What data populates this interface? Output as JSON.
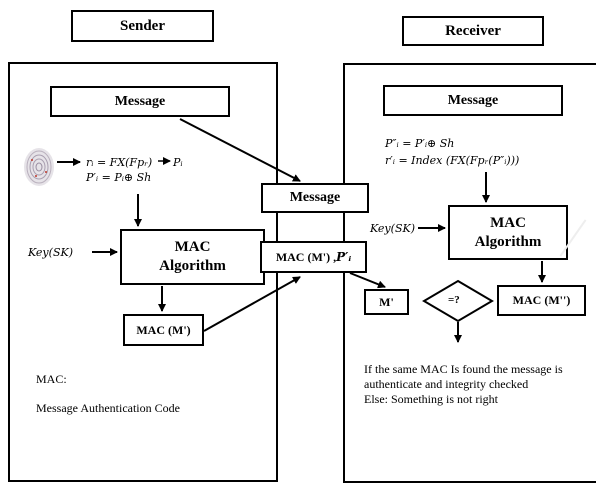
{
  "sender": {
    "title": "Sender",
    "message": "Message",
    "formula_r": "rᵢ = FX(Fpᵣ)",
    "formula_p": "P′ᵢ = Pᵢ⊕ Sh",
    "p_i": "Pᵢ",
    "key": "Key(SK)",
    "mac_line1": "MAC",
    "mac_line2": "Algorithm",
    "mac_output": "MAC (M')",
    "legend_title": "MAC:",
    "legend_text": "Message Authentication Code"
  },
  "channel": {
    "message": "Message",
    "mac_pair": "MAC (M') , ",
    "mac_pair_p": "P′ᵢ"
  },
  "receiver": {
    "title": "Receiver",
    "message": "Message",
    "formula_p": "P″ᵢ = P′ᵢ⊕ Sh",
    "formula_r": "r′ᵢ = Index (FX(Fpᵣ(P″ᵢ)))",
    "key": "Key(SK)",
    "mac_line1": "MAC",
    "mac_line2": "Algorithm",
    "mac_output": "MAC (M'')",
    "m_prime": "M'",
    "compare": "=?",
    "note_line1": "If the same MAC Is found the message is",
    "note_line2": "authenticate and integrity checked",
    "note_line3": "Else: Something is not right"
  },
  "icons": {
    "fingerprint": "fingerprint-icon"
  }
}
